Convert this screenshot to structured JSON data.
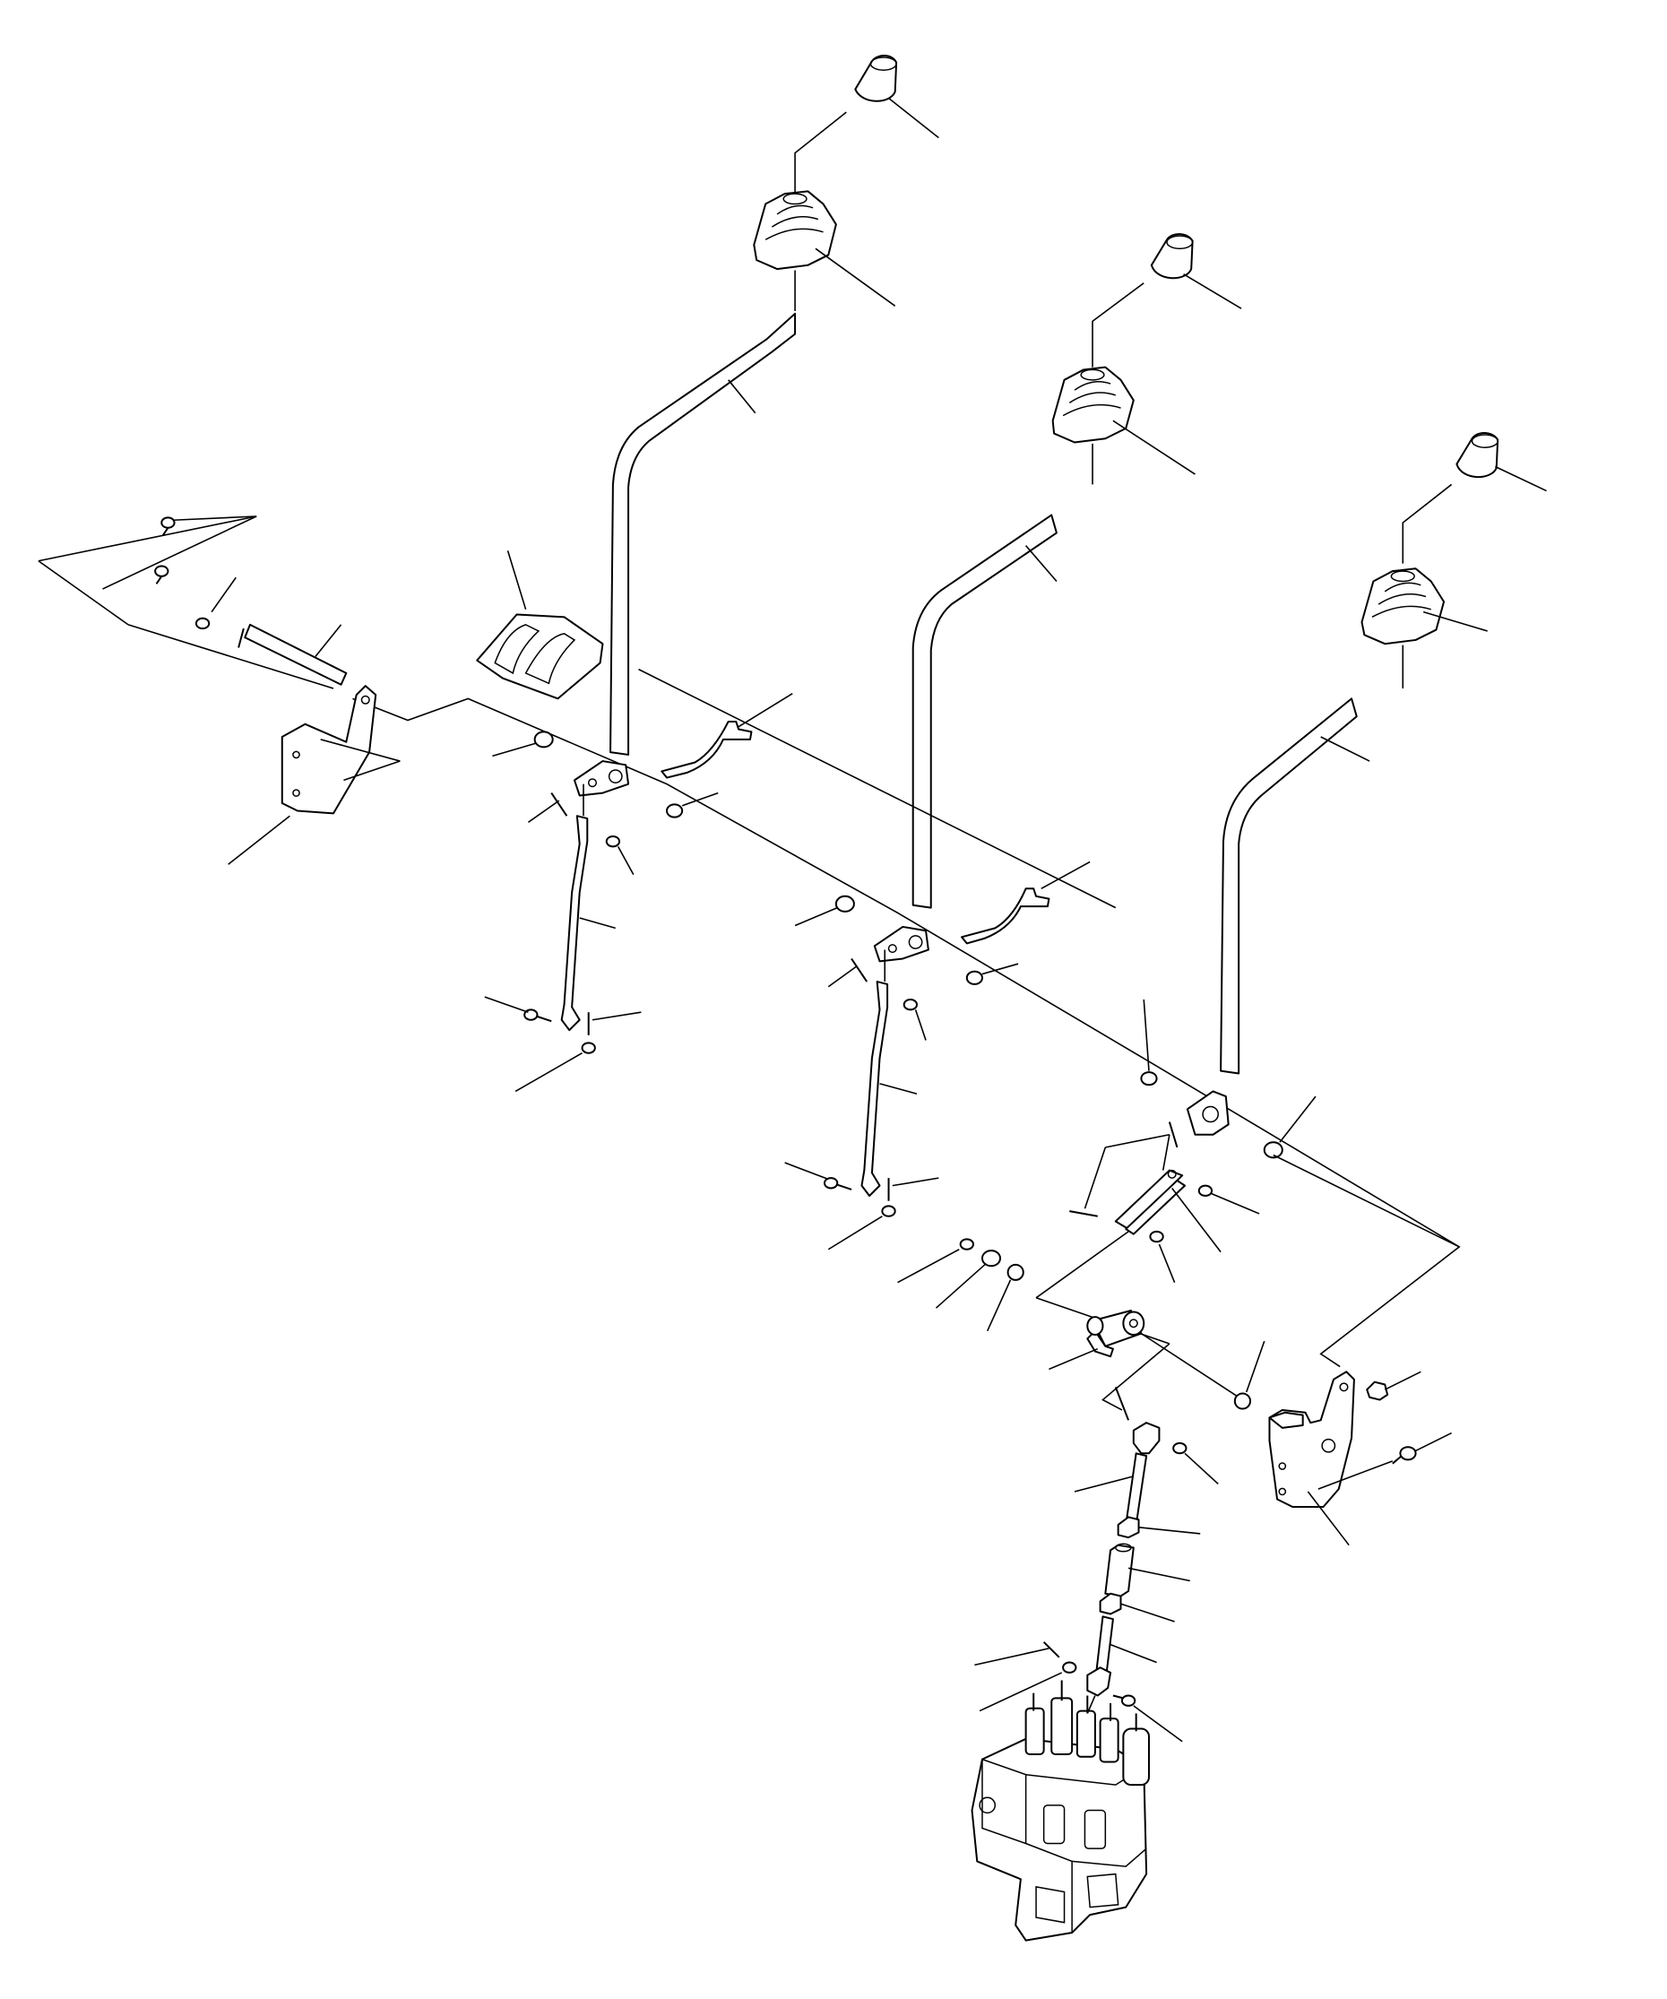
{
  "colors": {
    "line": "#000000",
    "background": "#ffffff"
  },
  "parts": [
    "lever-knob",
    "lever-boot",
    "control-lever",
    "cross-shaft",
    "floor-plate",
    "lever-guide",
    "lower-rod",
    "pivot-bracket",
    "control-valve",
    "mounting-bracket",
    "adjuster-rod",
    "turnbuckle-sleeve",
    "lock-nut"
  ]
}
